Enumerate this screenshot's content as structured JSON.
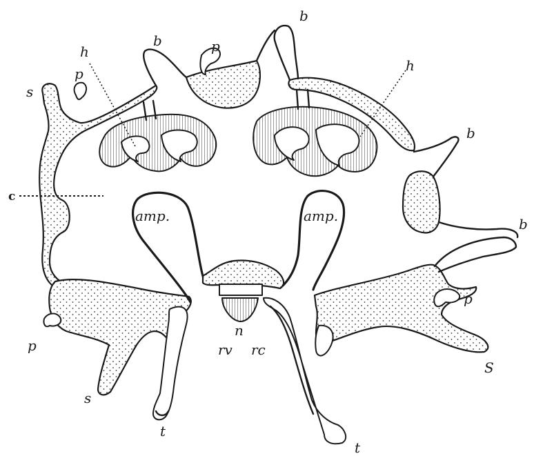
{
  "labels": {
    "b": "b",
    "h": "h",
    "p": "p",
    "s": "s",
    "S": "S",
    "c": "c",
    "amp": "amp.",
    "n": "n",
    "rv": "rv",
    "rc": "rc",
    "t": "t"
  }
}
